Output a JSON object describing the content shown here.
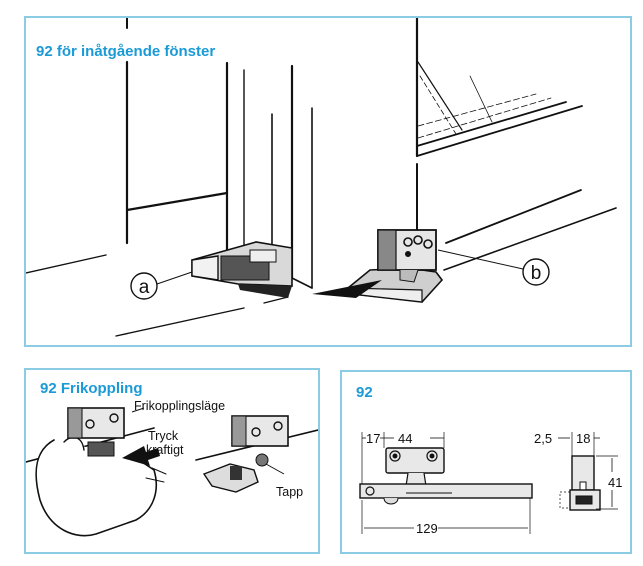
{
  "colors": {
    "accent": "#1a9ad6",
    "panel_border": "#8ccbe4",
    "ink": "#111111"
  },
  "main": {
    "title": "92 för inåtgående fönster",
    "callouts": [
      "a",
      "b"
    ]
  },
  "release": {
    "title": "92 Frikoppling",
    "labels": {
      "position": "Frikopplingsläge",
      "press_line1": "Tryck",
      "press_line2": "kraftigt",
      "pin": "Tapp"
    }
  },
  "dimensions": {
    "title": "92",
    "values": {
      "offset": "17",
      "width": "44",
      "length": "129",
      "gap": "2,5",
      "depth": "18",
      "height": "41"
    }
  }
}
